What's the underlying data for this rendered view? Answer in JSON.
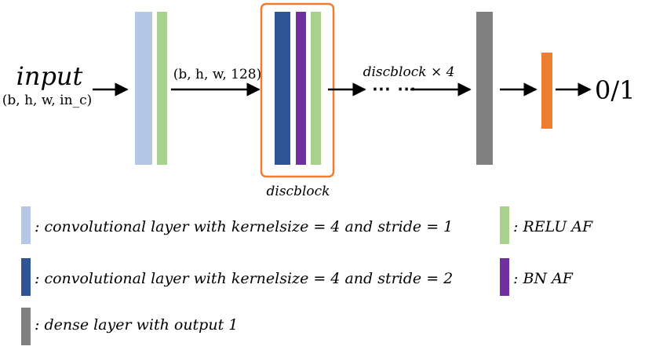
{
  "diagram": {
    "input_label": "input",
    "input_shape": "(b, h, w, in_c)",
    "first_output_shape": "(b, h, w, 128)",
    "block_label": "discblock",
    "repeat_label": "discblock × 4",
    "ellipsis": "⋯ ⋯",
    "output_label": "0/1"
  },
  "legend": [
    {
      "swatch": "conv-stride1",
      "text": ": convolutional layer with kernelsize = 4 and stride = 1"
    },
    {
      "swatch": "relu",
      "text": ": RELU AF"
    },
    {
      "swatch": "conv-stride2",
      "text": ": convolutional layer with kernelsize = 4 and stride = 2"
    },
    {
      "swatch": "bn",
      "text": ": BN AF"
    },
    {
      "swatch": "dense",
      "text": ": dense layer with output 1"
    }
  ],
  "colors": {
    "conv_stride1": "#b4c7e7",
    "relu": "#a9d18e",
    "conv_stride2": "#2f5597",
    "bn": "#7030a0",
    "dense": "#808080",
    "output_dense": "#ed7d31",
    "block_border": "#ed7d31"
  }
}
